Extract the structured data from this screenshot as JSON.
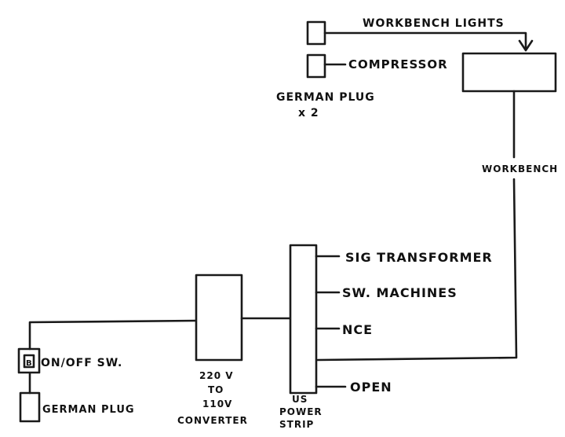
{
  "labels": {
    "workbench_lights": "WORKBENCH LIGHTS",
    "compressor": "COMPRESSOR",
    "german_plug_x2_line1": "GERMAN PLUG",
    "german_plug_x2_line2": "x 2",
    "workbench": "WORKBENCH",
    "sig_transformer": "SIG TRANSFORMER",
    "sw_machines": "SW. MACHINES",
    "nce": "NCE",
    "open": "OPEN",
    "on_off_switch": "ON/OFF SW.",
    "switch_glyph": "B",
    "german_plug": "GERMAN PLUG",
    "converter_line1": "220 V",
    "converter_line2": "TO",
    "converter_line3": "110V",
    "converter_line4": "CONVERTER",
    "strip_line1": "US",
    "strip_line2": "POWER",
    "strip_line3": "STRIP"
  }
}
